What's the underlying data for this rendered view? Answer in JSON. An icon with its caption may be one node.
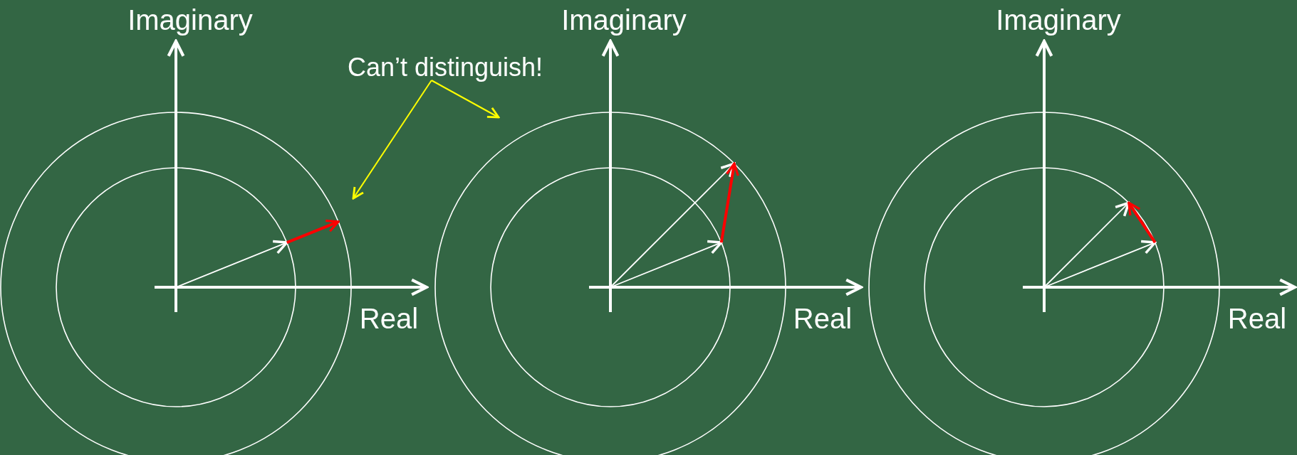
{
  "diagram": {
    "nodes": [
      {
        "text": [
          "Can’t distinguish!"
        ]
      },
      {
        "text": [],
        "shape": "picture"
      },
      {
        "text": [],
        "shape": "picture"
      },
      {
        "text": [],
        "shape": "picture"
      }
    ],
    "edges": [
      {
        "from": 0,
        "to": 1,
        "arrow": "to",
        "color": "#ffff00"
      },
      {
        "from": 0,
        "to": 2,
        "arrow": "to",
        "color": "#ffff00"
      }
    ],
    "labels": [
      "Imaginary",
      "Imaginary",
      "Imaginary",
      "Real",
      "Real",
      "Real"
    ]
  }
}
